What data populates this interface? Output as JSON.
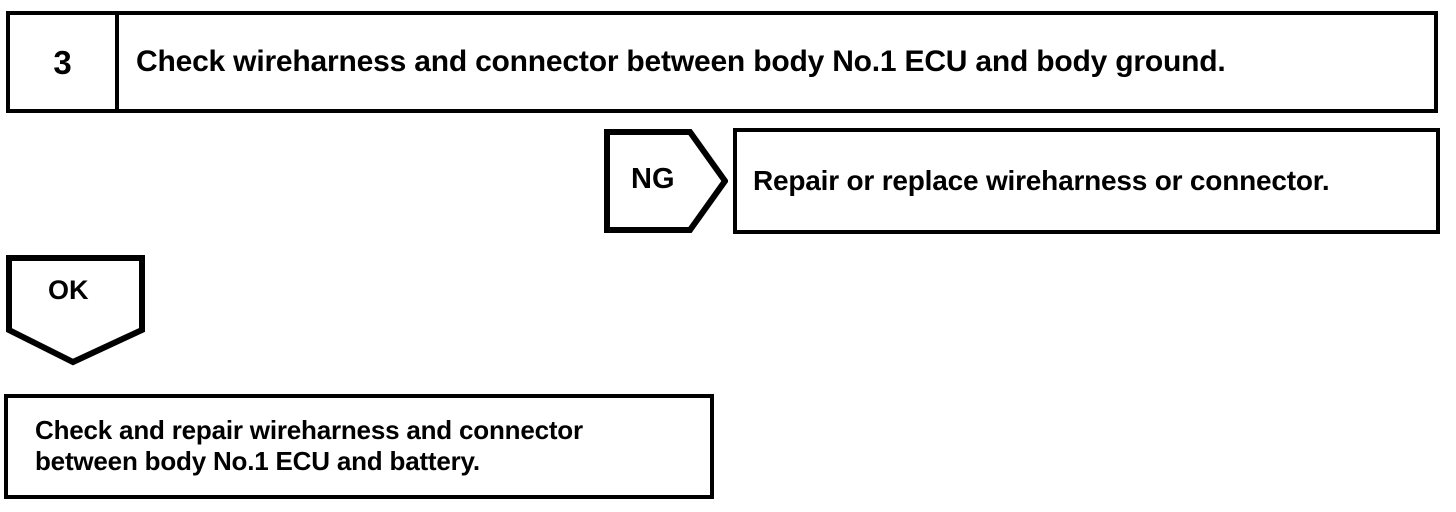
{
  "diagram": {
    "type": "troubleshooting-flowchart",
    "stroke_color": "#000000",
    "background_color": "#ffffff",
    "step": {
      "number": "3",
      "instruction": "Check wireharness and connector between body No.1 ECU and body ground."
    },
    "branches": [
      {
        "label": "NG",
        "shape": "right-arrow-tag",
        "result": "Repair or replace wireharness or connector."
      },
      {
        "label": "OK",
        "shape": "down-arrow-tag",
        "result_lines": [
          "Check and repair wireharness and connector",
          "between body No.1 ECU and battery."
        ]
      }
    ]
  }
}
